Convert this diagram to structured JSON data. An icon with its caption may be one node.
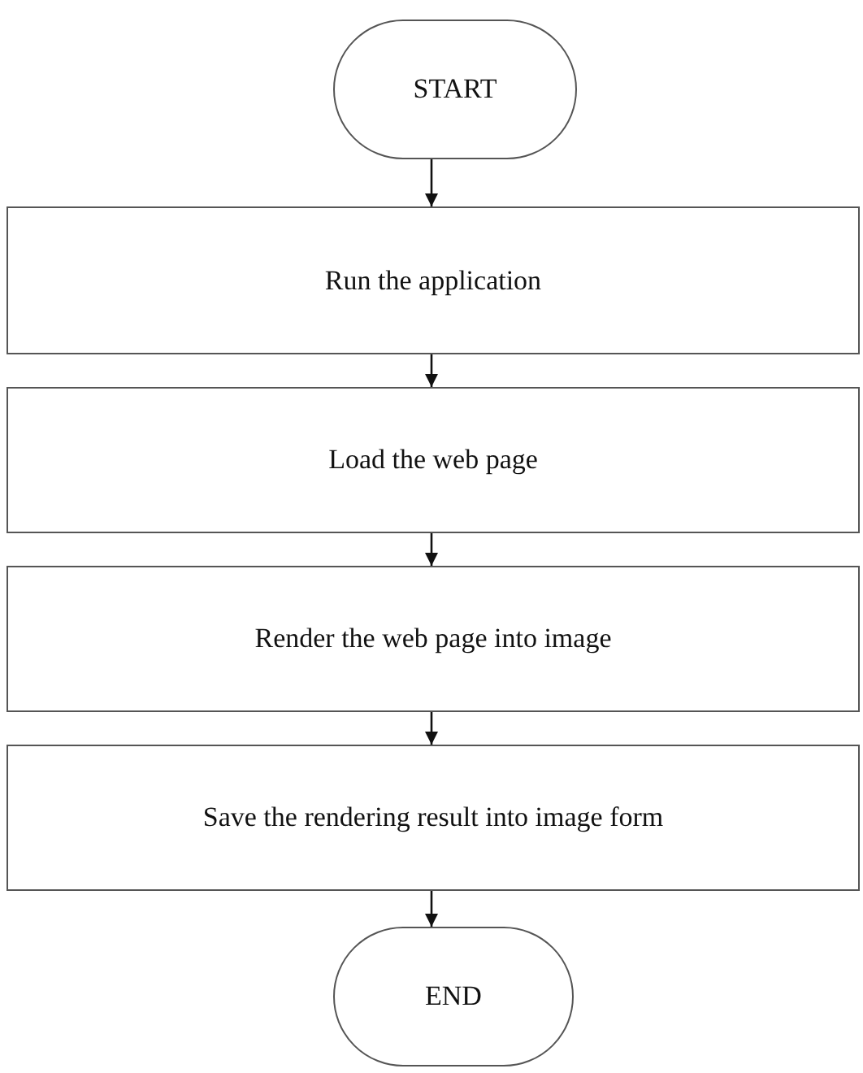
{
  "diagram": {
    "nodes": [
      {
        "text": [
          "START"
        ]
      },
      {
        "text": [
          "Run the application"
        ]
      },
      {
        "text": [
          "Load the web page"
        ]
      },
      {
        "text": [
          "Render the web page into image"
        ]
      },
      {
        "text": [
          "Save the rendering result into image form"
        ]
      },
      {
        "text": [
          "END"
        ]
      }
    ],
    "edges": [
      {
        "from": 0,
        "to": 1,
        "arrow": "to"
      },
      {
        "from": 1,
        "to": 2,
        "arrow": "to"
      },
      {
        "from": 2,
        "to": 3,
        "arrow": "to"
      },
      {
        "from": 3,
        "to": 4,
        "arrow": "to"
      },
      {
        "from": 4,
        "to": 5,
        "arrow": "to"
      }
    ]
  }
}
